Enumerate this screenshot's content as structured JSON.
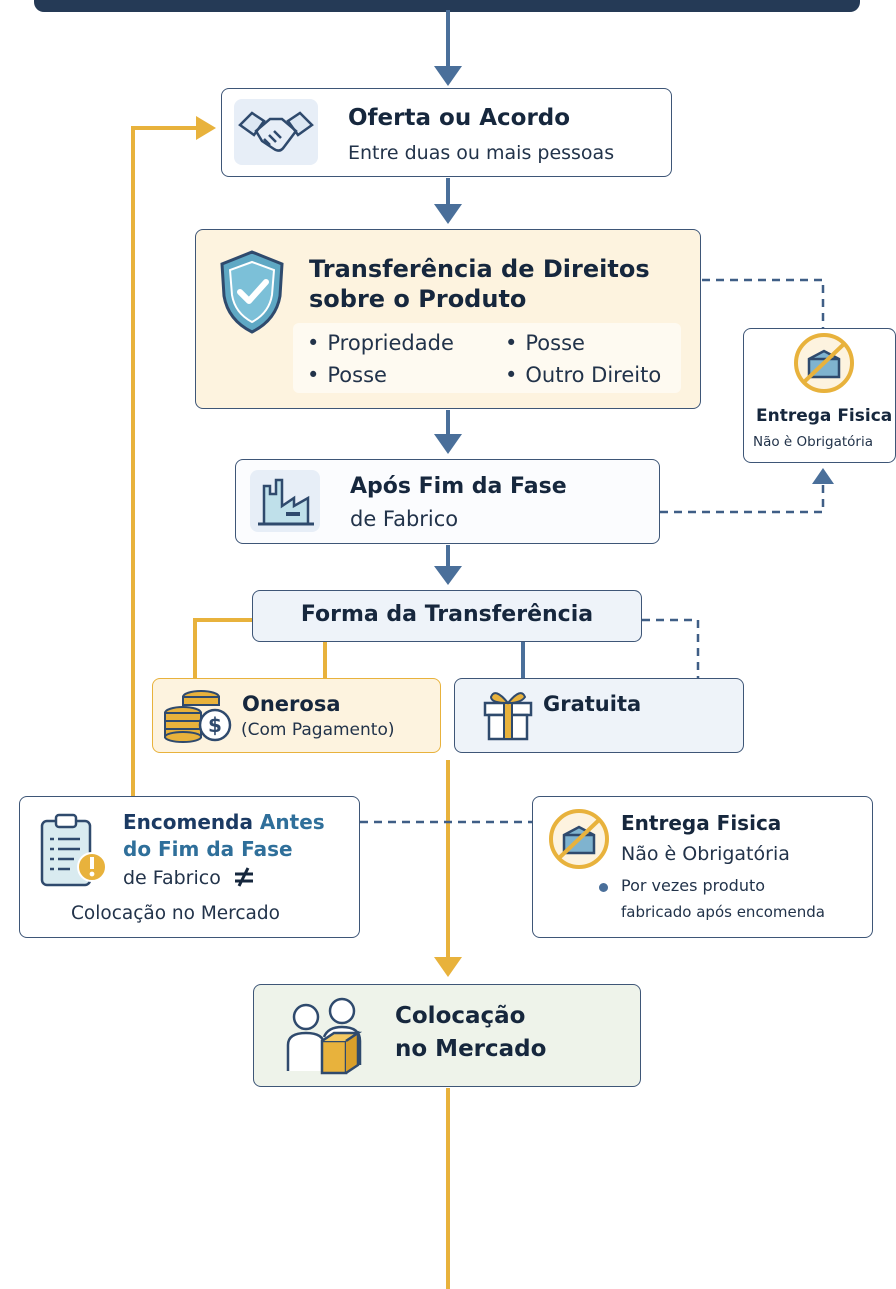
{
  "offer": {
    "title": "Oferta ou Acordo",
    "subtitle": "Entre duas ou mais pessoas"
  },
  "transfer_rights": {
    "title_line1": "Transferência de Direitos",
    "title_line2": "sobre o Produto",
    "bullets": [
      "Propriedade",
      "Posse",
      "Posse",
      "Outro Direito"
    ]
  },
  "delivery_side": {
    "title": "Entrega Fisica",
    "subtitle": "Não è Obrigatória"
  },
  "after_phase": {
    "title": "Após Fim da Fase",
    "subtitle": "de Fabrico"
  },
  "form": {
    "title": "Forma da Transferência"
  },
  "onerous": {
    "title": "Onerosa",
    "subtitle": "(Com Pagamento)"
  },
  "free": {
    "title": "Gratuita"
  },
  "order": {
    "line1_a": "Encomenda",
    "line1_b": "Antes",
    "line2": "do Fim da Fase",
    "line3": "de Fabrico",
    "line4": "Colocação no Mercado"
  },
  "delivery_main": {
    "title": "Entrega Fisica",
    "subtitle": "Não è Obrigatória",
    "note_line1": "Por vezes produto",
    "note_line2": "fabricado após encomenda"
  },
  "market": {
    "title_line1": "Colocação",
    "title_line2": "no Mercado"
  },
  "colors": {
    "navy": "#253a56",
    "blue_arrow": "#4a6f9a",
    "gold": "#e8b23c",
    "cream": "#fdf3df",
    "pale_blue": "#eef3f9",
    "pale_green": "#eef3ea"
  }
}
